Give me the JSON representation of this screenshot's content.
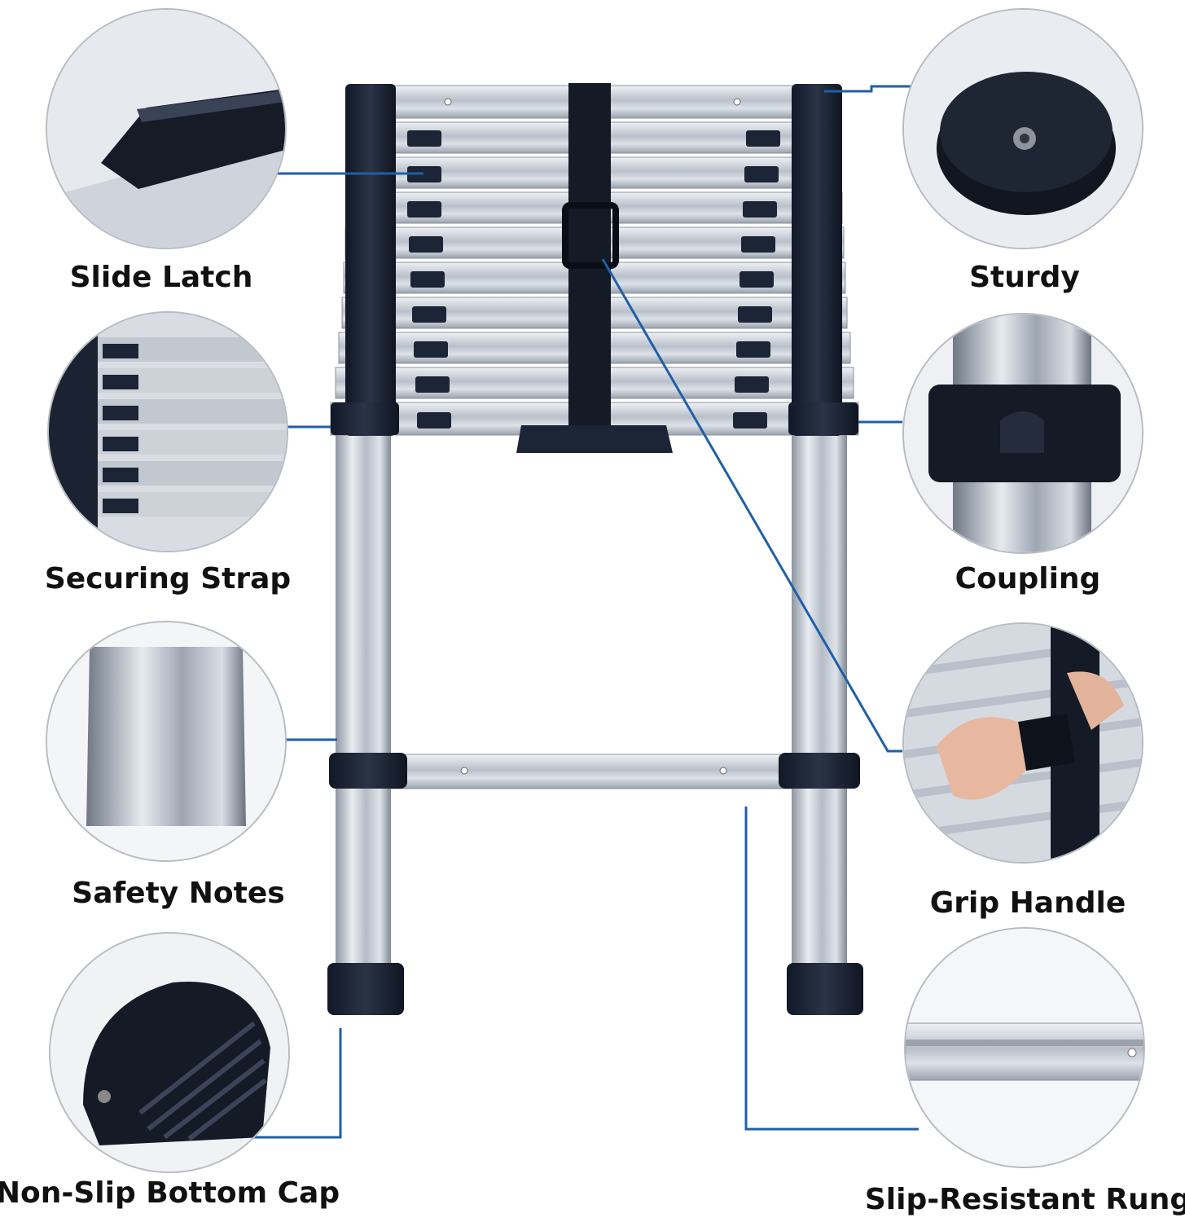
{
  "features": {
    "slide_latch": "Slide Latch",
    "securing_strap": "Securing Strap",
    "safety_notes": "Safety Notes",
    "non_slip_bottom_cap": "Non-Slip Bottom Cap",
    "sturdy": "Sturdy",
    "coupling": "Coupling",
    "grip_handle": "Grip Handle",
    "slip_resistant_rung": "Slip-Resistant Rung"
  },
  "colors": {
    "callout_line": "#1f5fa8",
    "rubber": "#1c2535",
    "aluminium": "#c9ced6"
  }
}
